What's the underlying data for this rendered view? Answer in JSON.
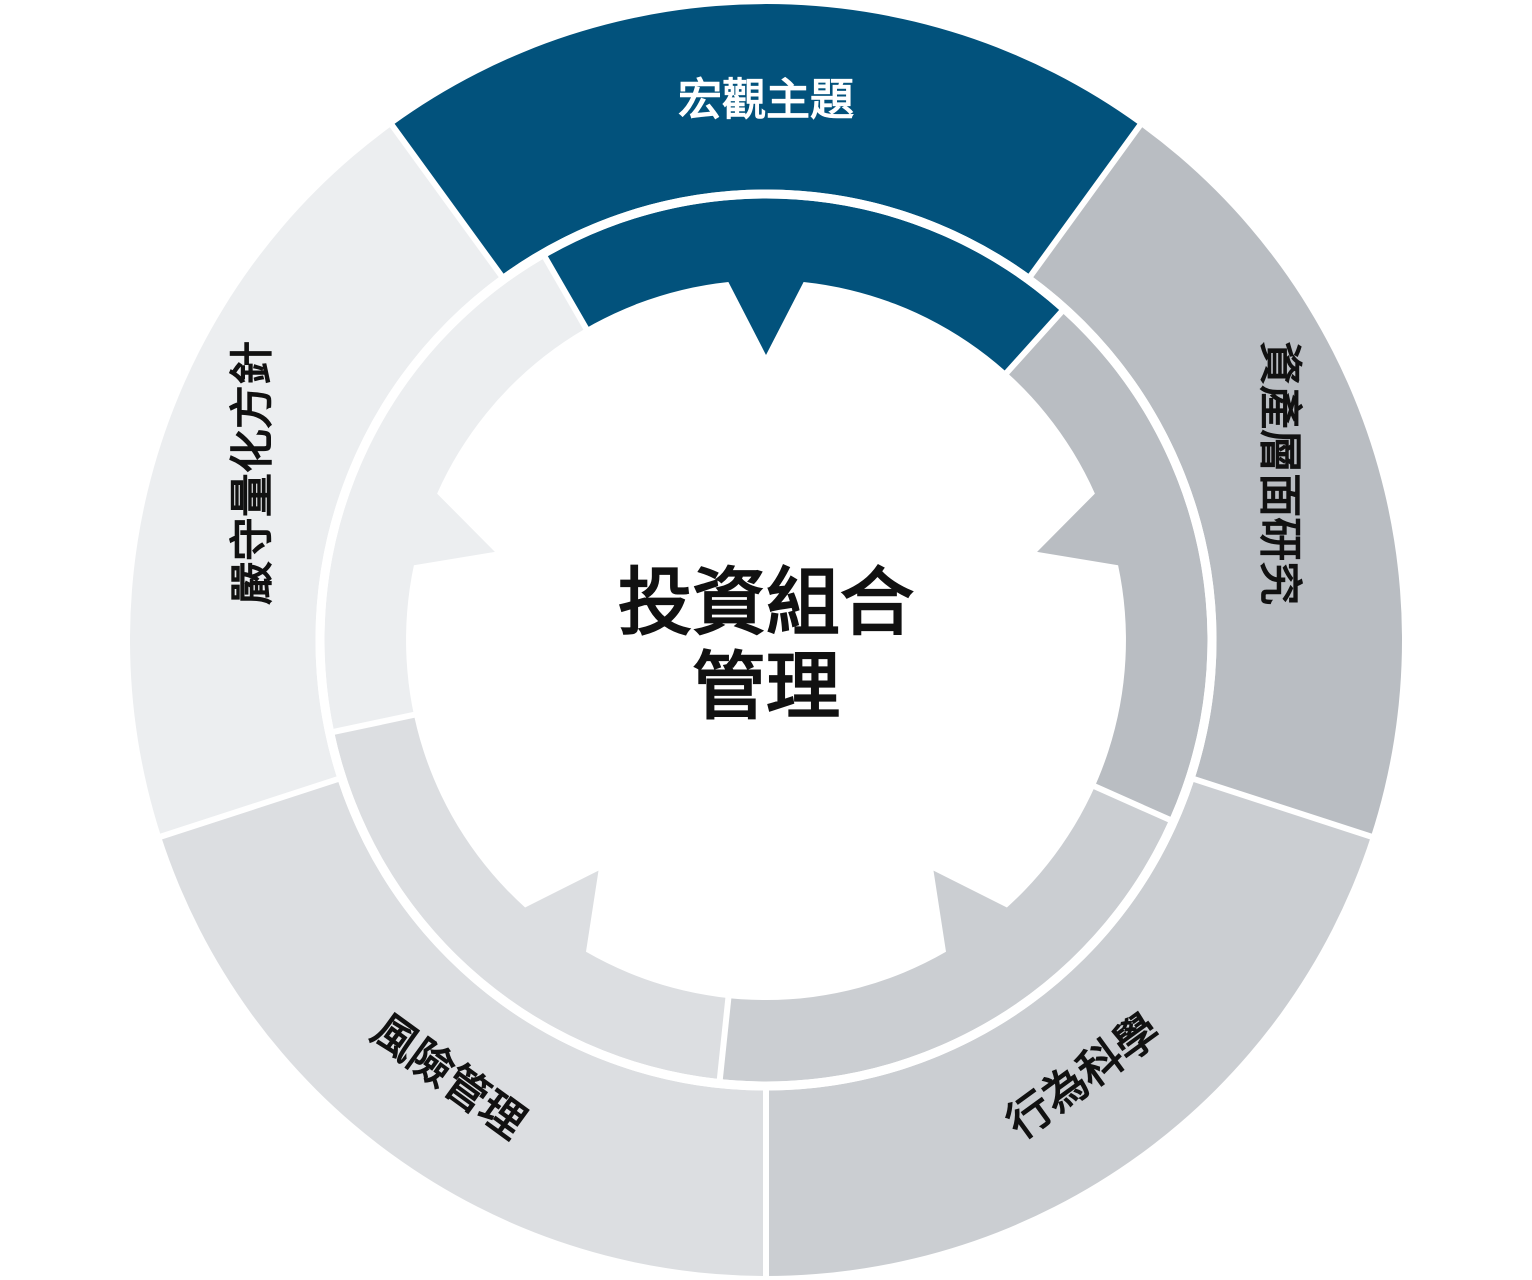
{
  "diagram": {
    "center": {
      "line1": "投資組合",
      "line2": "管理"
    },
    "segments": [
      {
        "id": "macro",
        "label": "宏觀主題",
        "outer_color": "#02527c",
        "inner_color": "#02527c",
        "text_color": "#ffffff"
      },
      {
        "id": "asset",
        "label": "資產層面研究",
        "outer_color": "#b9bdc2",
        "inner_color": "#b9bdc2",
        "text_color": "#111111"
      },
      {
        "id": "behavior",
        "label": "行為科學",
        "outer_color": "#cbced2",
        "inner_color": "#cbced2",
        "text_color": "#111111"
      },
      {
        "id": "risk",
        "label": "風險管理",
        "outer_color": "#dcdee1",
        "inner_color": "#dcdee1",
        "text_color": "#111111"
      },
      {
        "id": "quant",
        "label": "嚴守量化方針",
        "outer_color": "#eceef0",
        "inner_color": "#eceef0",
        "text_color": "#111111"
      }
    ],
    "colors": {
      "separator": "#ffffff",
      "center_fill": "#ffffff",
      "center_text": "#111111"
    }
  }
}
